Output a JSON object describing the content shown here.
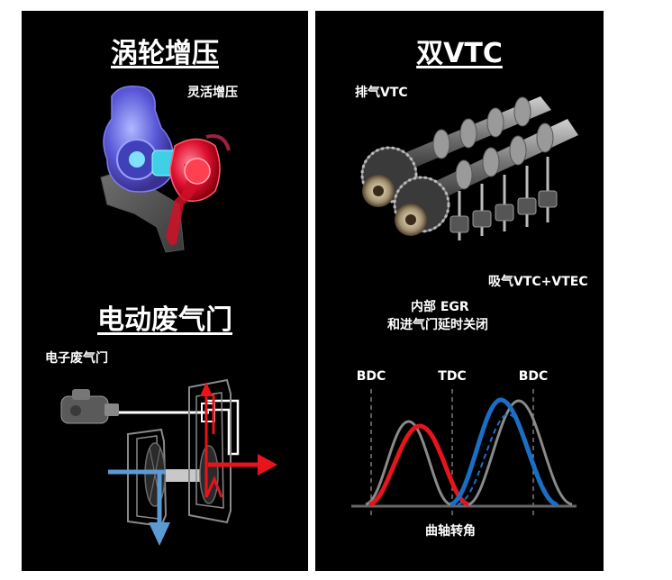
{
  "left": {
    "turbo_title": "涡轮增压",
    "turbo_label": "灵活增压",
    "wastegate_title": "电动废气门",
    "wastegate_label": "电子废气门"
  },
  "right": {
    "title": "双VTC",
    "exhaust_label": "排气VTC",
    "intake_label": "吸气VTC+VTEC",
    "egr_line1": "内部 EGR",
    "egr_line2": "和进气门延时关闭",
    "ticks": [
      "BDC",
      "TDC",
      "BDC"
    ],
    "xlabel": "曲轴转角"
  },
  "colors": {
    "exhaust_curve": "#e8141c",
    "intake_curve": "#1a6fc4",
    "base_curve": "#8a8a8a",
    "arrow_red": "#e8141c",
    "arrow_blue": "#5b9bd5"
  }
}
